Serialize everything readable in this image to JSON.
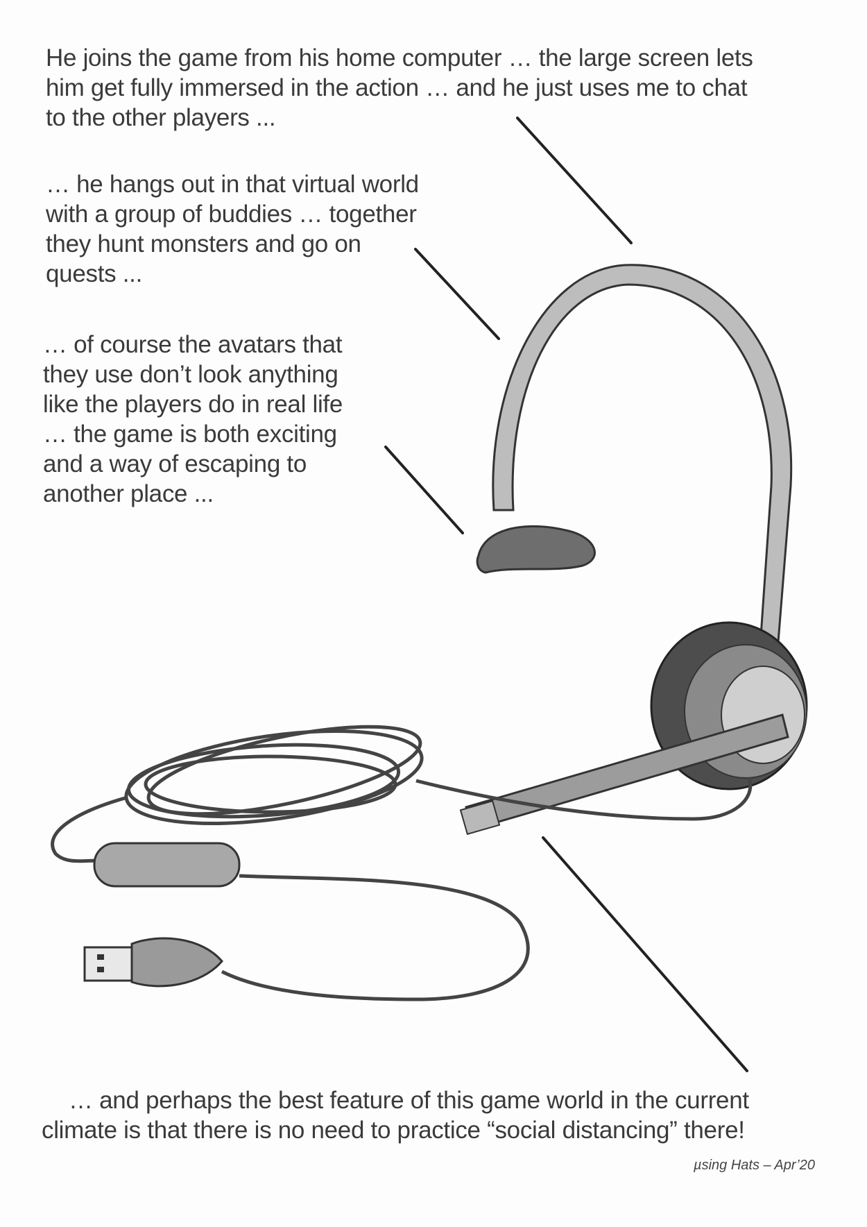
{
  "paragraphs": [
    {
      "lines": [
        "He joins the game from his home computer … the large screen lets",
        "him get fully immersed in the action … and he just uses me to chat",
        "to the other players ..."
      ]
    },
    {
      "lines": [
        "… he hangs out in that virtual world",
        "with a group of buddies … together",
        "they hunt monsters and go on",
        "quests ..."
      ]
    },
    {
      "lines": [
        "… of course the avatars that",
        "they use don’t look anything",
        "like the players do in real life",
        "… the game is both exciting",
        "and a way of escaping to",
        "another place ..."
      ]
    },
    {
      "lines": [
        "… and perhaps the best feature of this game world in the current",
        "climate is that there is no need to practice “social distancing” there!"
      ]
    }
  ],
  "footer": "µsing Hats – Apr’20"
}
